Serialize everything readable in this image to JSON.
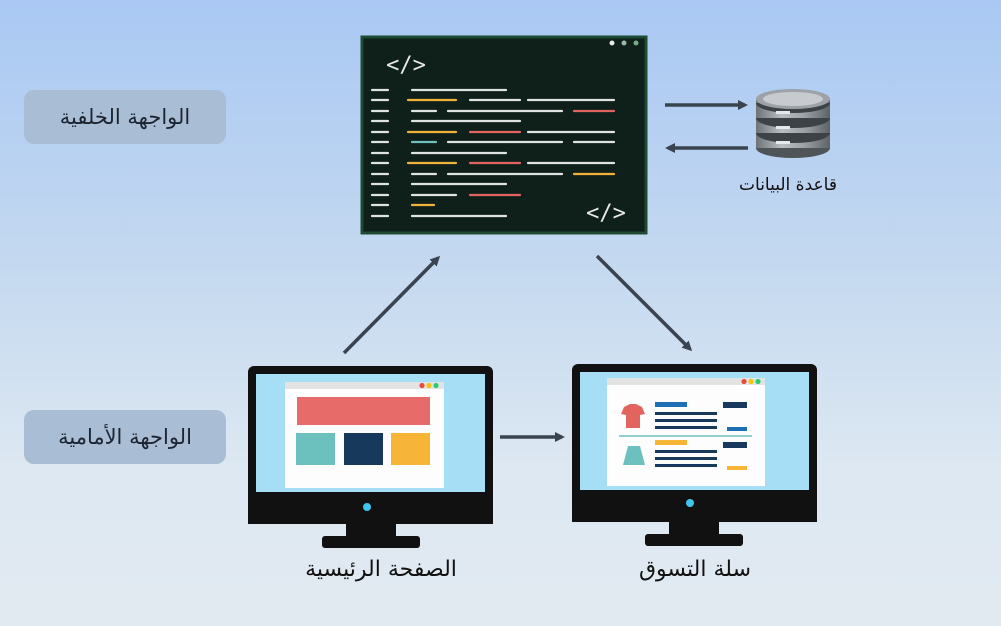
{
  "labels": {
    "backend": "الواجهة الخلفية",
    "frontend": "الواجهة الأمامية",
    "database": "قاعدة البيانات",
    "homepage": "الصفحة الرئيسية",
    "cart": "سلة التسوق"
  },
  "code_tags": {
    "open": "</>",
    "close": "</>"
  },
  "colors": {
    "code_bg": "#0f1f1a",
    "code_border": "#1e4a33",
    "arrow": "#3a4350",
    "pill_bg": "#a9bdd5",
    "screen_sky": "#a6def5",
    "banner_red": "#e76b68",
    "tile_teal": "#6cc0bd",
    "tile_navy": "#173a5c",
    "tile_yellow": "#f7b538",
    "dot_red": "#e74c3c",
    "dot_yellow": "#f1c40f",
    "dot_green": "#2ecc71"
  }
}
